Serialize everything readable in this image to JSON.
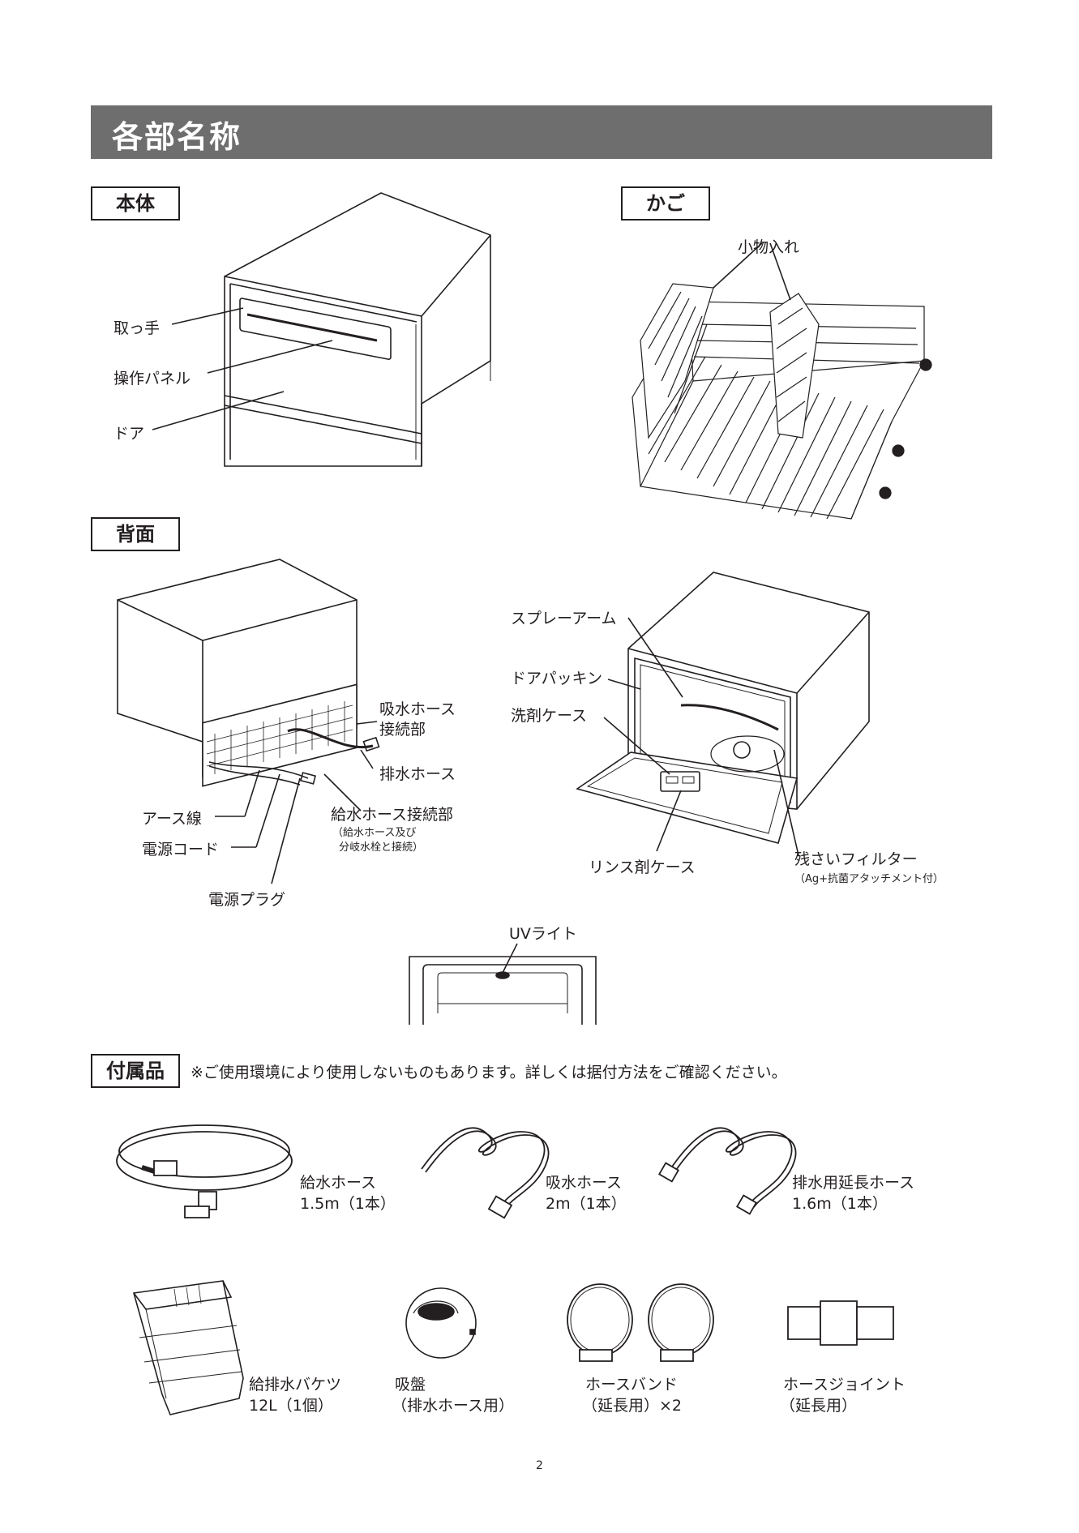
{
  "page_title": "各部名称",
  "sections": {
    "body": "本体",
    "basket": "かご",
    "rear": "背面",
    "accessories": "付属品"
  },
  "accessories_note": "※ご使用環境により使用しないものもあります。詳しくは据付方法をご確認ください。",
  "body_labels": {
    "handle": "取っ手",
    "panel": "操作パネル",
    "door": "ドア"
  },
  "basket_labels": {
    "small_items": "小物入れ"
  },
  "rear_labels": {
    "intake_hose_connector_line1": "吸水ホース",
    "intake_hose_connector_line2": "接続部",
    "drain_hose": "排水ホース",
    "earth_wire": "アース線",
    "power_cord": "電源コード",
    "power_plug": "電源プラグ",
    "supply_hose_connector": "給水ホース接続部",
    "supply_hose_note_line1": "（給水ホース及び",
    "supply_hose_note_line2": "分岐水栓と接続）"
  },
  "interior_labels": {
    "spray_arm": "スプレーアーム",
    "door_packing": "ドアパッキン",
    "detergent_case": "洗剤ケース",
    "rinse_case": "リンス剤ケース",
    "filter": "残さいフィルター",
    "filter_note": "（Ag+抗菌アタッチメント付）",
    "uv_light": "UVライト"
  },
  "accessory_items": [
    {
      "name": "給水ホース",
      "qty": "1.5m（1本）"
    },
    {
      "name": "吸水ホース",
      "qty": "2m（1本）"
    },
    {
      "name": "排水用延長ホース",
      "qty": "1.6m（1本）"
    },
    {
      "name": "給排水バケツ",
      "qty": "12L（1個）"
    },
    {
      "name": "吸盤",
      "qty": "（排水ホース用）"
    },
    {
      "name": "ホースバンド",
      "qty": "（延長用）×2"
    },
    {
      "name": "ホースジョイント",
      "qty": "（延長用）"
    }
  ],
  "page_number": "2"
}
